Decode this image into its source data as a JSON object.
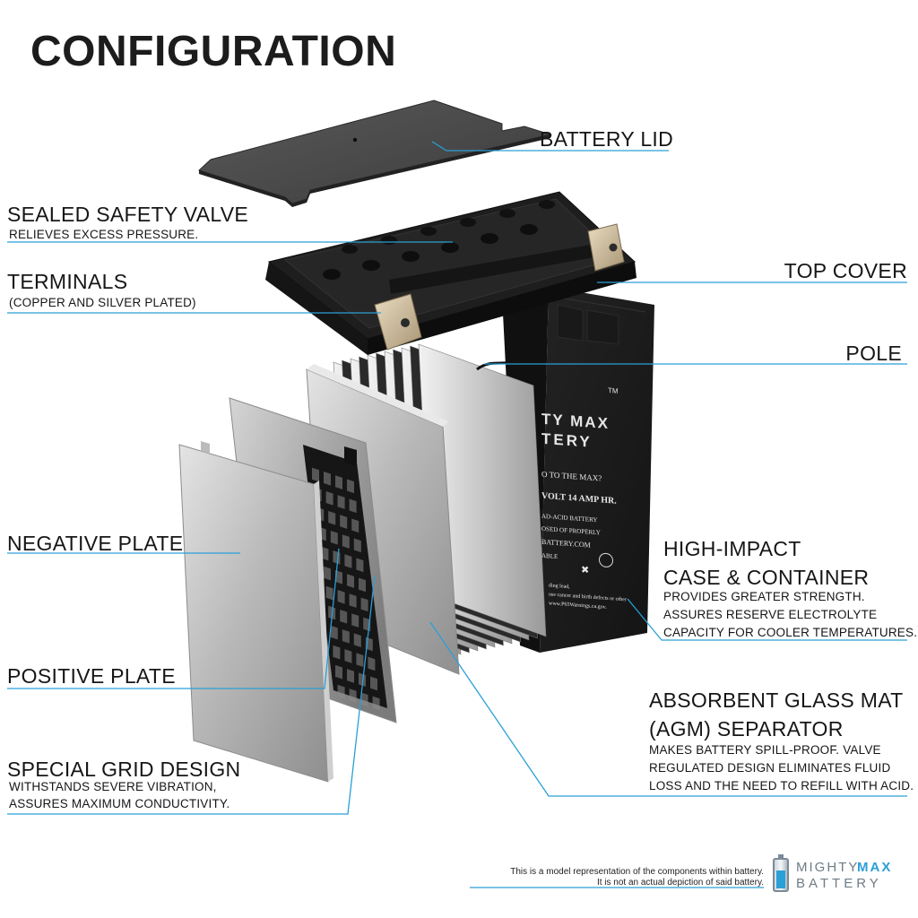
{
  "title": "CONFIGURATION",
  "labels": {
    "battery_lid": "BATTERY LID",
    "safety_valve": "SEALED SAFETY VALVE",
    "safety_valve_sub": "RELIEVES EXCESS PRESSURE.",
    "terminals": "TERMINALS",
    "terminals_sub": "(COPPER AND SILVER PLATED)",
    "top_cover": "TOP COVER",
    "pole": "POLE",
    "negative_plate": "NEGATIVE PLATE",
    "positive_plate": "POSITIVE PLATE",
    "grid_design": "SPECIAL GRID DESIGN",
    "grid_design_sub1": "WITHSTANDS SEVERE VIBRATION,",
    "grid_design_sub2": "ASSURES MAXIMUM CONDUCTIVITY.",
    "case_line1": "HIGH-IMPACT",
    "case_line2": "CASE & CONTAINER",
    "case_sub1": "PROVIDES GREATER STRENGTH.",
    "case_sub2": "ASSURES RESERVE ELECTROLYTE",
    "case_sub3": "CAPACITY FOR COOLER TEMPERATURES.",
    "agm_line1": "ABSORBENT GLASS MAT",
    "agm_line2": "(AGM) SEPARATOR",
    "agm_sub1": "MAKES BATTERY SPILL-PROOF. VALVE",
    "agm_sub2": "REGULATED DESIGN ELIMINATES FLUID",
    "agm_sub3": "LOSS AND THE NEED TO REFILL WITH ACID."
  },
  "battery_label": {
    "brand_line1": "TY MAX",
    "brand_line2": "TERY",
    "tm": "TM",
    "line1": "O TO THE MAX?",
    "line2": "VOLT 14 AMP HR.",
    "line3": "AD-ACID BATTERY",
    "line4": "OSED OF PROPERLY",
    "line5": "BATTERY.COM",
    "line6": "ABLE",
    "warn1": "ding lead,",
    "warn2": "use cancer and birth defects or other",
    "warn3": "www.P65Warnings.ca.gov."
  },
  "disclaimer": {
    "line1": "This is a model representation of the components within battery.",
    "line2": "It is not an actual depiction of said battery."
  },
  "logo": {
    "word1": "MIGHTY",
    "word2": "MAX",
    "word3": "BATTERY"
  },
  "colors": {
    "leader": "#2a9fd6",
    "accent": "#2aa0d8",
    "battery_black": "#1b1b1b"
  }
}
